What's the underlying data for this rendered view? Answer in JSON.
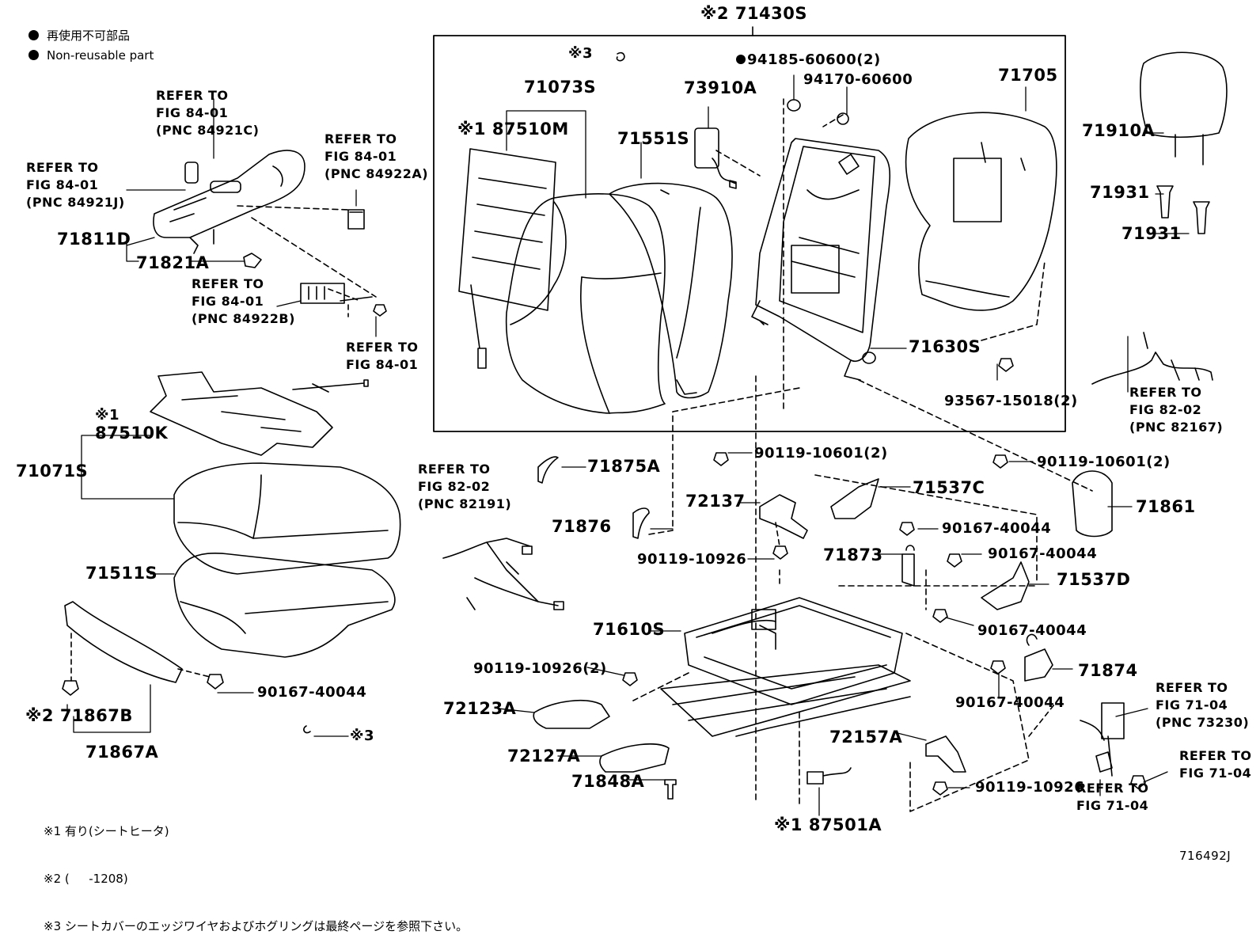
{
  "legend": [
    {
      "text": "再使用不可部品"
    },
    {
      "text": "Non-reusable part"
    }
  ],
  "notes": [
    "※1 有り(シートヒータ)",
    "※2 (　  -1208)",
    "※3 シートカバーのエッジワイヤおよびホグリングは最終ページを参照下さい。"
  ],
  "figure_id": "716492J",
  "refs": {
    "r1": [
      "REFER TO",
      "FIG 84-01",
      "(PNC 84921C)"
    ],
    "r2": [
      "REFER TO",
      "FIG 84-01",
      "(PNC 84921J)"
    ],
    "r3": [
      "REFER TO",
      "FIG 84-01",
      "(PNC 84922A)"
    ],
    "r4": [
      "REFER TO",
      "FIG 84-01",
      "(PNC 84922B)"
    ],
    "r5": [
      "REFER TO",
      "FIG 84-01"
    ],
    "r6": [
      "REFER TO",
      "FIG 82-02",
      "(PNC 82191)"
    ],
    "r7": [
      "REFER TO",
      "FIG 82-02",
      "(PNC 82167)"
    ],
    "r8": [
      "REFER TO",
      "FIG 71-04",
      "(PNC 73230)"
    ],
    "r9": [
      "REFER TO",
      "FIG 71-04"
    ],
    "r10": [
      "REFER TO",
      "FIG 71-04"
    ]
  },
  "parts": {
    "p71430S": "※2 71430S",
    "p3a": "※3",
    "p94185": "94185-60600(2)",
    "p94170": "94170-60600",
    "p71073S": "71073S",
    "p73910A": "73910A",
    "p71705": "71705",
    "p87510M": "※1 87510M",
    "p71551S": "71551S",
    "p71630S": "71630S",
    "p93567": "93567-15018(2)",
    "p71910A": "71910A",
    "p71931a": "71931",
    "p71931b": "71931",
    "p71811D": "71811D",
    "p71821A": "71821A",
    "p87510K_mark": "※1",
    "p87510K": "87510K",
    "p71071S": "71071S",
    "p71511S": "71511S",
    "p71867B": "※2 71867B",
    "p71867A": "71867A",
    "p90167_l": "90167-40044",
    "p3b": "※3",
    "p71875A": "71875A",
    "p71876": "71876",
    "p90119_c": "90119-10601(2)",
    "p90119_r": "90119-10601(2)",
    "p72137": "72137",
    "p71537C": "71537C",
    "p71861": "71861",
    "p90167_a": "90167-40044",
    "p90119_10926a": "90119-10926",
    "p71873": "71873",
    "p90167_b": "90167-40044",
    "p71537D": "71537D",
    "p71610S": "71610S",
    "p90167_c": "90167-40044",
    "p90119_10926b": "90119-10926(2)",
    "p71874": "71874",
    "p90167_d": "90167-40044",
    "p72123A": "72123A",
    "p72157A": "72157A",
    "p72127A": "72127A",
    "p90119_10926c": "90119-10926",
    "p71848A": "71848A",
    "p87501A": "※1 87501A"
  }
}
